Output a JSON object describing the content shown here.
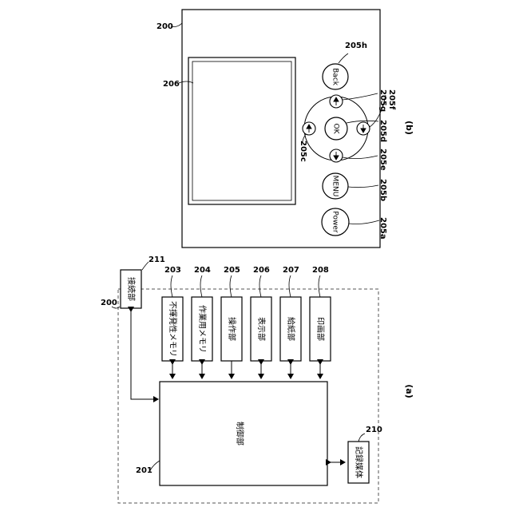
{
  "diagram_a": {
    "panel_label": "(a)",
    "device_ref": "200",
    "control_unit": {
      "label": "制御部",
      "ref": "201"
    },
    "blocks": [
      {
        "label": "不揮発性メモリ",
        "ref": "203"
      },
      {
        "label": "作業用メモリ",
        "ref": "204"
      },
      {
        "label": "操作部",
        "ref": "205"
      },
      {
        "label": "表示部",
        "ref": "206"
      },
      {
        "label": "給紙部",
        "ref": "207"
      },
      {
        "label": "印画部",
        "ref": "208"
      }
    ],
    "connection_unit": {
      "label": "接続部",
      "ref": "211"
    },
    "recording_medium": {
      "label": "記録媒体",
      "ref": "210"
    }
  },
  "diagram_b": {
    "panel_label": "(b)",
    "device_ref": "200",
    "display_ref": "206",
    "buttons": {
      "power": {
        "label": "Power",
        "ref": "205a"
      },
      "menu": {
        "label": "MENU",
        "ref": "205b"
      },
      "left": {
        "ref": "205c"
      },
      "ok": {
        "label": "OK",
        "ref": "205d"
      },
      "down": {
        "ref": "205e"
      },
      "right": {
        "ref": "205f"
      },
      "up": {
        "ref": "205g"
      },
      "back": {
        "label": "Back",
        "ref": "205h"
      }
    }
  }
}
